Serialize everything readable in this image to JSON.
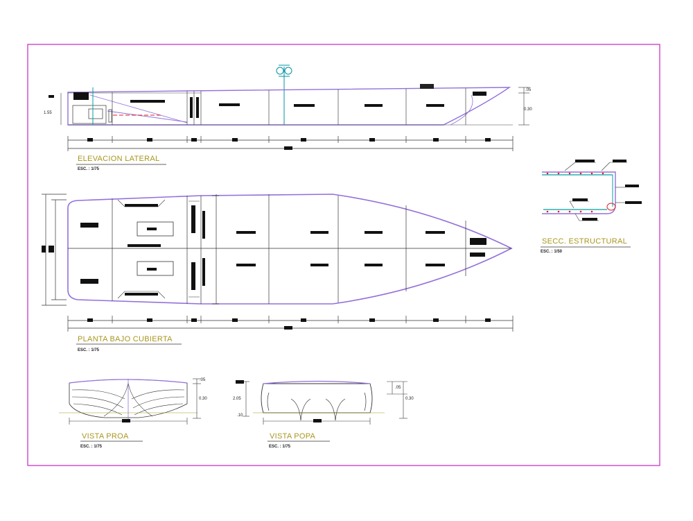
{
  "views": {
    "elevation": {
      "title": "ELEVACION LATERAL",
      "scale": "ESC. : 1/75",
      "dim_left": "1.55",
      "dim_right_top": ".05",
      "dim_right_bottom": "0.30"
    },
    "plan": {
      "title": "PLANTA BAJO CUBIERTA",
      "scale": "ESC. : 1/75"
    },
    "section": {
      "title": "SECC. ESTRUCTURAL",
      "scale": "ESC. : 1/50"
    },
    "bow": {
      "title": "VISTA PROA",
      "scale": "ESC. : 1/75",
      "dim_top": ".05",
      "dim_bottom": "0.30"
    },
    "stern": {
      "title": "VISTA POPA",
      "scale": "ESC. : 1/75",
      "dim_left_top": "2.05",
      "dim_left_bottom": ".10",
      "dim_right_top": ".05",
      "dim_right_bottom": "0.30"
    }
  },
  "colors": {
    "border": "#cc33cc",
    "hull": "#9370db",
    "title": "#a8961e",
    "accent": "#00a0a0",
    "red": "#dd2222"
  }
}
